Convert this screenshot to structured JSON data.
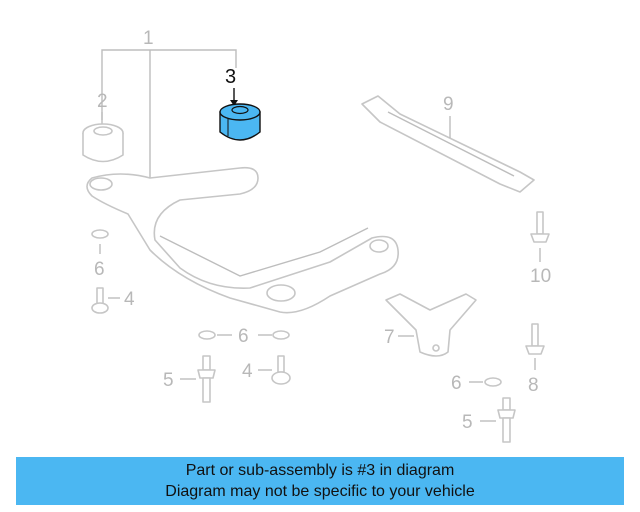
{
  "diagram": {
    "highlight_color": "#4bb7f2",
    "callouts": {
      "c1": "1",
      "c2": "2",
      "c3": "3",
      "c4a": "4",
      "c4b": "4",
      "c5a": "5",
      "c5b": "5",
      "c6a": "6",
      "c6b": "6",
      "c6c": "6",
      "c7": "7",
      "c8": "8",
      "c9": "9",
      "c10": "10"
    }
  },
  "banner": {
    "line1": "Part or sub-assembly is #3 in diagram",
    "line2": "Diagram may not be specific to your vehicle"
  }
}
